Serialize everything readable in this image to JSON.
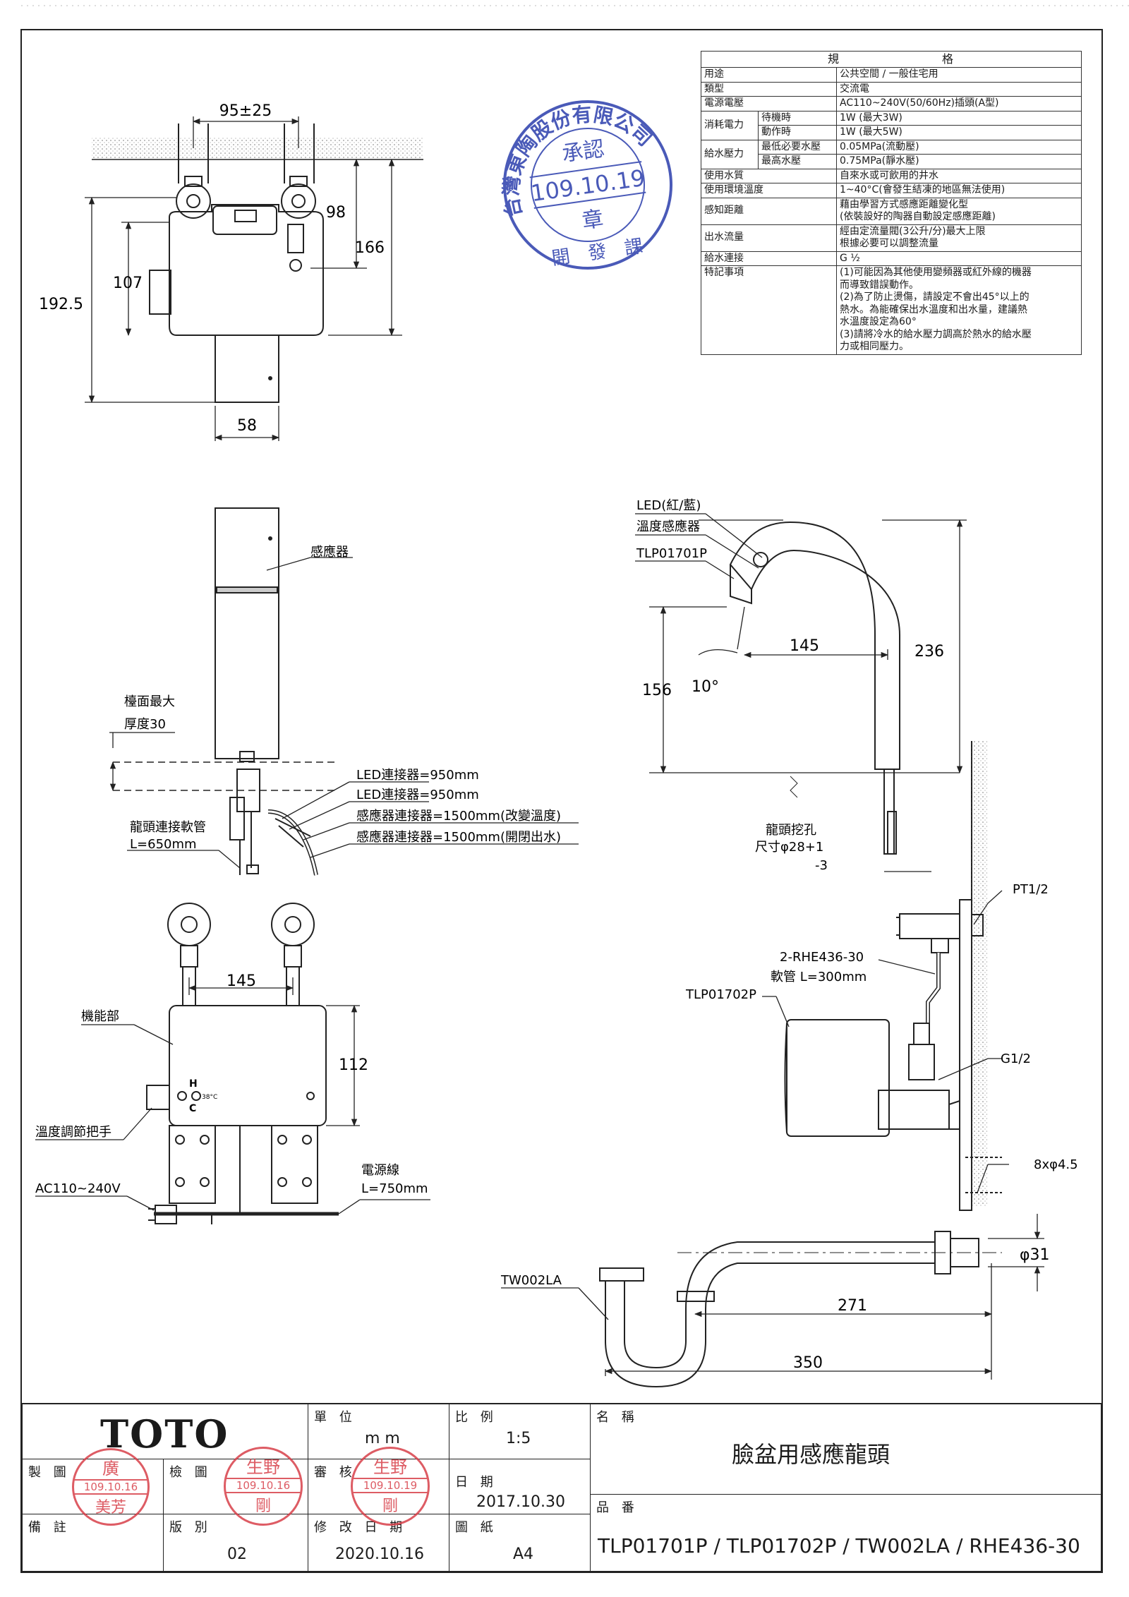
{
  "top_view": {
    "dim_spacing": "95±25",
    "dim_98": "98",
    "dim_166": "166",
    "dim_107": "107",
    "dim_192": "192.5",
    "dim_58": "58"
  },
  "company_stamp": {
    "ring_text": "台灣東陶股份有限公司",
    "center": "承認",
    "date": "109.10.19",
    "char": "章",
    "dept": "開　發　課"
  },
  "spec_table": {
    "header": "規　　　　　　　　格",
    "rows": [
      {
        "label": "用途",
        "value": "公共空間 / 一般住宅用"
      },
      {
        "label": "類型",
        "value": "交流電"
      },
      {
        "label": "電源電壓",
        "value": "AC110~240V(50/60Hz)插頭(A型)"
      },
      {
        "label": "消耗電力",
        "sub": "待機時",
        "value": "1W (最大3W)"
      },
      {
        "sub": "動作時",
        "value": "1W (最大5W)"
      },
      {
        "label": "給水壓力",
        "sub": "最低必要水壓",
        "value": "0.05MPa(流動壓)"
      },
      {
        "sub": "最高水壓",
        "value": "0.75MPa(靜水壓)"
      },
      {
        "label": "使用水質",
        "value": "自來水或可飲用的井水"
      },
      {
        "label": "使用環境溫度",
        "value": "1~40°C(會發生結凍的地區無法使用)"
      },
      {
        "label": "感知距離",
        "value": "藉由學習方式感應距離變化型",
        "value2": "(依裝設好的陶器自動設定感應距離)"
      },
      {
        "label": "出水流量",
        "value": "經由定流量閥(3公升/分)最大上限",
        "value2": "根據必要可以調整流量"
      },
      {
        "label": "給水連接",
        "value": "G ½"
      },
      {
        "label": "特記事項",
        "notes": [
          "(1)可能因為其他使用變頻器或紅外線的機器",
          "而導致錯誤動作。",
          "(2)為了防止燙傷，請設定不會出45°以上的",
          "熱水。為能確保出水溫度和出水量，建議熱",
          "水溫度設定為60°",
          "(3)請將冷水的給水壓力調高於熱水的給水壓",
          "力或相同壓力。"
        ]
      }
    ]
  },
  "side_view": {
    "sensor": "感應器",
    "counter_max": "檯面最大",
    "thickness": "厚度30",
    "led1": "LED連接器=950mm",
    "led2": "LED連接器=950mm",
    "sensor_conn1": "感應器連接器=1500mm(改變溫度)",
    "sensor_conn2": "感應器連接器=1500mm(開閉出水)",
    "hose": "龍頭連接軟管",
    "hose_len": "L=650mm"
  },
  "faucet_view": {
    "led": "LED(紅/藍)",
    "temp_sensor": "溫度感應器",
    "model": "TLP01701P",
    "dim_145": "145",
    "dim_236": "236",
    "dim_156": "156",
    "angle": "10°",
    "hole": "龍頭挖孔",
    "hole_size": "尺寸φ28+1",
    "hole_tol": "-3"
  },
  "control_view": {
    "dim_145": "145",
    "dim_112": "112",
    "unit": "機能部",
    "knob": "溫度調節把手",
    "power_v": "AC110~240V",
    "cord": "電源線",
    "cord_len": "L=750mm",
    "h_label": "H",
    "c_label": "C",
    "temp_mark": "38°C"
  },
  "install_view": {
    "pt": "PT1/2",
    "hose_model": "2-RHE436-30",
    "hose_len": "軟管 L=300mm",
    "box_model": "TLP01702P",
    "g": "G1/2",
    "screws": "8xφ4.5"
  },
  "trap_view": {
    "model": "TW002LA",
    "dim_31": "φ31",
    "dim_271": "271",
    "dim_350": "350"
  },
  "title_block": {
    "brand": "TOTO",
    "unit_label": "單 位",
    "unit_value": "m m",
    "scale_label": "比 例",
    "scale_value": "1:5",
    "name_label": "名 稱",
    "name_value": "臉盆用感應龍頭",
    "draw_label": "製 圖",
    "check_label": "檢 圖",
    "review_label": "審 核",
    "date_label": "日 期",
    "date_value": "2017.10.30",
    "part_label": "品 番",
    "part_value": "TLP01701P / TLP01702P / TW002LA / RHE436-30",
    "note_label": "備 註",
    "version_label": "版 別",
    "version_value": "02",
    "rev_label": "修 改 日 期",
    "rev_value": "2020.10.16",
    "paper_label": "圖 紙",
    "paper_value": "A4"
  },
  "stamps": {
    "s1_top": "廣",
    "s1_date": "109.10.16",
    "s1_name": "美芳",
    "s2_top": "生野",
    "s2_date": "109.10.16",
    "s2_name": "剛",
    "s3_top": "生野",
    "s3_date": "109.10.19",
    "s3_name": "剛"
  }
}
